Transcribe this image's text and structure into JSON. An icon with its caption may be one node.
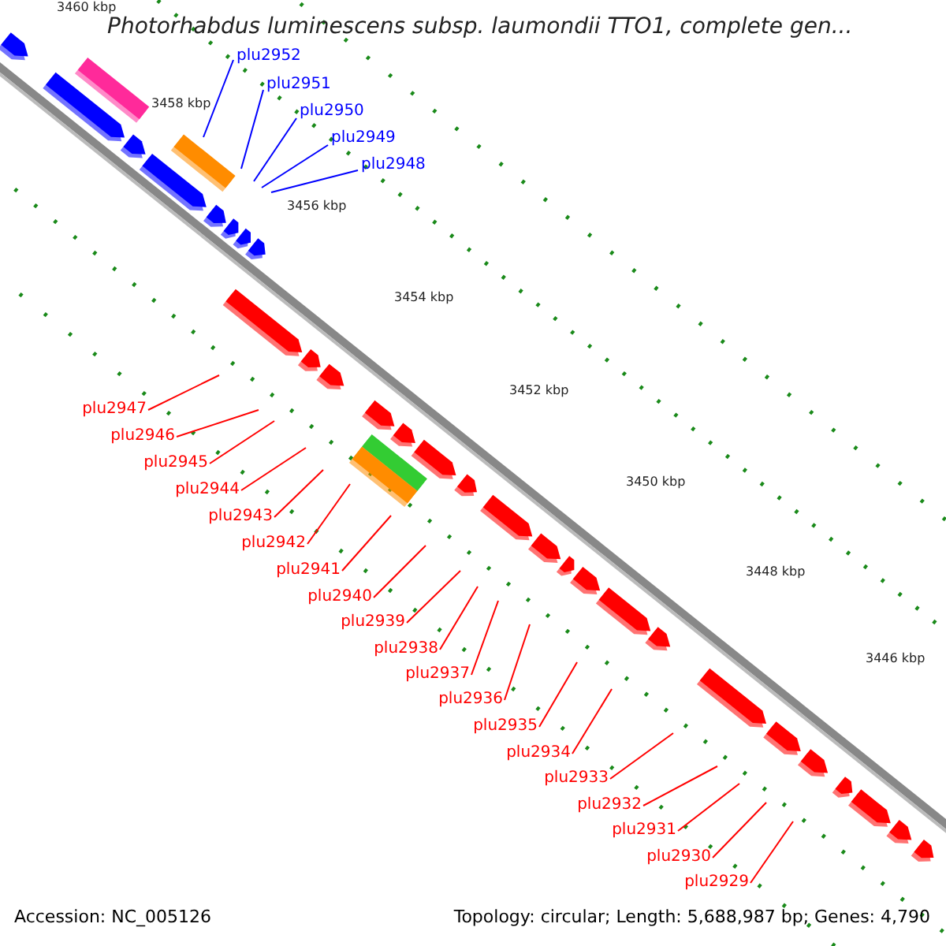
{
  "diagram": {
    "title": "Photorhabdus luminescens subsp. laumondii TTO1, complete gen...",
    "nodes": [
      {
        "text": [
          "plu2952"
        ]
      },
      {
        "text": [
          "plu2951"
        ]
      },
      {
        "text": [
          "plu2950"
        ]
      },
      {
        "text": [
          "plu2949"
        ]
      },
      {
        "text": [
          "plu2948"
        ]
      },
      {
        "text": [
          "plu2947"
        ]
      },
      {
        "text": [
          "plu2946"
        ]
      },
      {
        "text": [
          "plu2945"
        ]
      },
      {
        "text": [
          "plu2944"
        ]
      },
      {
        "text": [
          "plu2943"
        ]
      },
      {
        "text": [
          "plu2942"
        ]
      },
      {
        "text": [
          "plu2941"
        ]
      },
      {
        "text": [
          "plu2940"
        ]
      },
      {
        "text": [
          "plu2939"
        ]
      },
      {
        "text": [
          "plu2938"
        ]
      },
      {
        "text": [
          "plu2937"
        ]
      },
      {
        "text": [
          "plu2936"
        ]
      },
      {
        "text": [
          "plu2935"
        ]
      },
      {
        "text": [
          "plu2934"
        ]
      },
      {
        "text": [
          "plu2933"
        ]
      },
      {
        "text": [
          "plu2932"
        ]
      },
      {
        "text": [
          "plu2931"
        ]
      },
      {
        "text": [
          "plu2930"
        ]
      },
      {
        "text": [
          "plu2929"
        ]
      }
    ],
    "edges": [
      {
        "from": 0,
        "to": null,
        "arrow": "none",
        "color": "#0000ff"
      },
      {
        "from": 1,
        "to": null,
        "arrow": "none",
        "color": "#0000ff"
      },
      {
        "from": 2,
        "to": null,
        "arrow": "none",
        "color": "#0000ff"
      },
      {
        "from": 3,
        "to": null,
        "arrow": "none",
        "color": "#0000ff"
      },
      {
        "from": 4,
        "to": null,
        "arrow": "none",
        "color": "#0000ff"
      },
      {
        "from": 5,
        "to": null,
        "arrow": "none"
      },
      {
        "from": 6,
        "to": null,
        "arrow": "none"
      },
      {
        "from": 7,
        "to": null,
        "arrow": "none"
      },
      {
        "from": 8,
        "to": null,
        "arrow": "none"
      },
      {
        "from": 9,
        "to": null,
        "arrow": "none"
      },
      {
        "from": 10,
        "to": null,
        "arrow": "none"
      },
      {
        "from": 11,
        "to": null,
        "arrow": "none"
      },
      {
        "from": 12,
        "to": null,
        "arrow": "none"
      },
      {
        "from": 13,
        "to": null,
        "arrow": "none"
      },
      {
        "from": 14,
        "to": null,
        "arrow": "none"
      },
      {
        "from": 15,
        "to": null,
        "arrow": "none"
      },
      {
        "from": 16,
        "to": null,
        "arrow": "none"
      },
      {
        "from": 17,
        "to": null,
        "arrow": "none"
      },
      {
        "from": 18,
        "to": null,
        "arrow": "none"
      },
      {
        "from": 19,
        "to": null,
        "arrow": "none"
      },
      {
        "from": 20,
        "to": null,
        "arrow": "none"
      },
      {
        "from": 21,
        "to": null,
        "arrow": "none"
      },
      {
        "from": 22,
        "to": null,
        "arrow": "none"
      },
      {
        "from": 23,
        "to": null,
        "arrow": "none"
      }
    ],
    "labels": [
      "3460 kbp",
      "3458 kbp",
      "3456 kbp",
      "3454 kbp",
      "3452 kbp",
      "3450 kbp",
      "3448 kbp",
      "3446 kbp",
      "Accession: NC_005126",
      "Topology: circular; Length: 5,688,987 bp; Genes: 4,790"
    ]
  }
}
